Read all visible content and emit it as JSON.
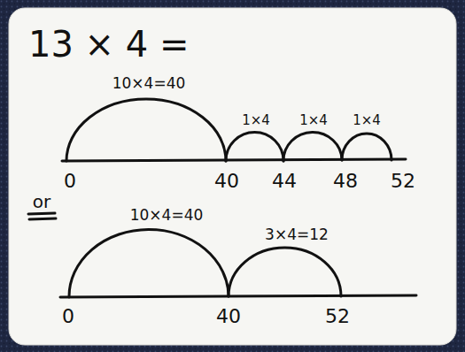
{
  "diagram": {
    "title": "13 × 4 =",
    "labels": [
      "10×4=40",
      "1×4",
      "1×4",
      "1×4",
      "0",
      "40",
      "44",
      "48",
      "52",
      "or",
      "10×4=40",
      "3×4=12",
      "0",
      "40",
      "52"
    ]
  }
}
